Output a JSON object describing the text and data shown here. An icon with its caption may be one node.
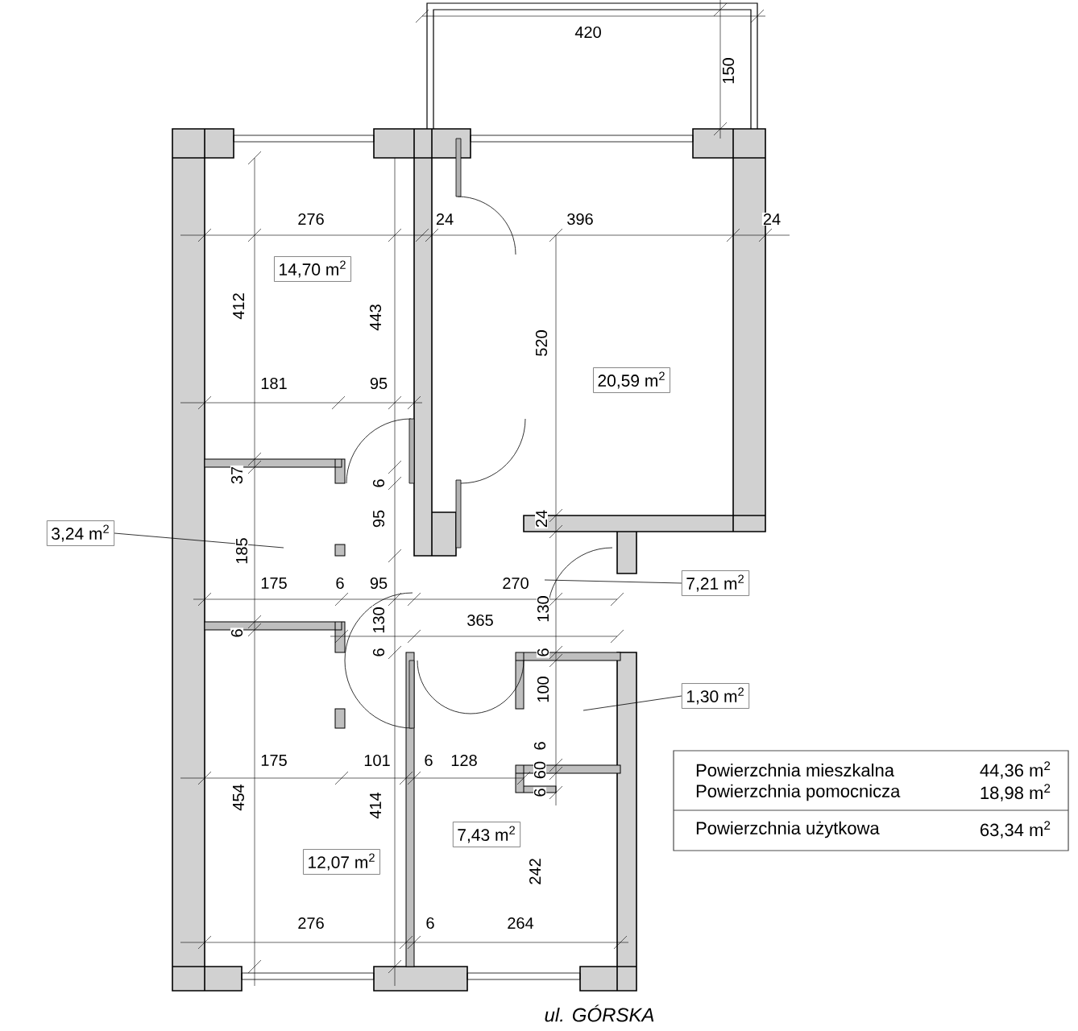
{
  "diagram": {
    "nodes": [
      {
        "text": [
          "14,70 m$^{2}$"
        ]
      },
      {
        "text": [
          "20,59 m$^{2}$"
        ]
      },
      {
        "text": [
          "3,24 m$^{2}$"
        ]
      },
      {
        "text": [
          "7,21 m$^{2}$"
        ]
      },
      {
        "text": [
          "1,30 m$^{2}$"
        ]
      },
      {
        "text": [
          "12,07 m$^{2}$"
        ]
      },
      {
        "text": [
          "7,43 m$^{2}$"
        ]
      }
    ],
    "edges": [
      {
        "from": 2,
        "to": null,
        "arrow": "none"
      },
      {
        "from": 3,
        "to": null,
        "arrow": "none"
      },
      {
        "from": 4,
        "to": null,
        "arrow": "none"
      }
    ],
    "labels": [
      "420",
      "150",
      "276",
      "24",
      "396",
      "24",
      "412",
      "443",
      "520",
      "181",
      "95",
      "37",
      "6",
      "95",
      "24",
      "185",
      "175",
      "6",
      "95",
      "270",
      "130",
      "365",
      "6",
      "130",
      "6",
      "6",
      "100",
      "175",
      "101",
      "6",
      "128",
      "6",
      "60",
      "6",
      "454",
      "414",
      "242",
      "276",
      "6",
      "264",
      "ul. GÓRSKA",
      "Powierzchnia mieszkalna",
      "44,36 m$^{2}$",
      "Powierzchnia pomocnicza",
      "18,98 m$^{2}$",
      "Powierzchnia użytkowa",
      "63,34 m$^{2}$"
    ]
  }
}
